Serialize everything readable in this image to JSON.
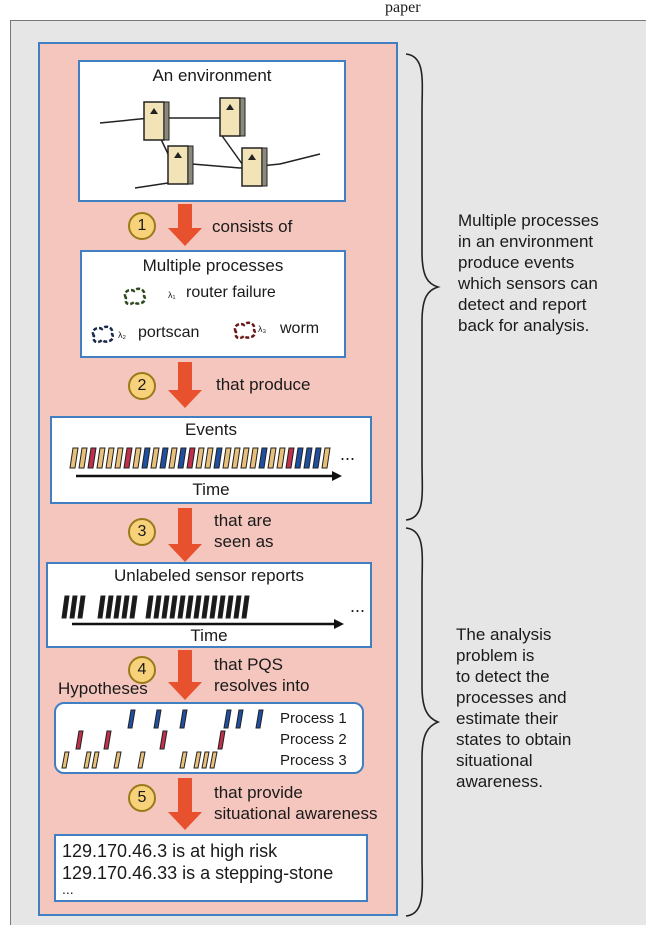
{
  "header": {
    "caption": "paper"
  },
  "boxes": {
    "environment": {
      "title": "An environment"
    },
    "processes": {
      "title": "Multiple processes",
      "items": [
        {
          "lambda": "λ₁",
          "label": "router failure"
        },
        {
          "lambda": "λ₂",
          "label": "portscan"
        },
        {
          "lambda": "λ₃",
          "label": "worm"
        }
      ]
    },
    "events": {
      "title": "Events",
      "axis": "Time",
      "ellipsis": "..."
    },
    "sensor_reports": {
      "title": "Unlabeled sensor reports",
      "axis": "Time",
      "ellipsis": "..."
    },
    "hypotheses": {
      "label": "Hypotheses",
      "legend": [
        "Process 1",
        "Process 2",
        "Process 3"
      ]
    },
    "output": {
      "lines": [
        "129.170.46.3 is at high risk",
        "129.170.46.33 is a stepping-stone",
        "..."
      ]
    }
  },
  "steps": [
    {
      "number": "1",
      "text": "consists of"
    },
    {
      "number": "2",
      "text": "that produce"
    },
    {
      "number": "3",
      "text_lines": [
        "that are",
        "seen as"
      ]
    },
    {
      "number": "4",
      "text_lines": [
        "that PQS",
        "resolves into"
      ]
    },
    {
      "number": "5",
      "text_lines": [
        "that provide",
        "situational awareness"
      ]
    }
  ],
  "side_notes": {
    "upper": [
      "Multiple processes",
      "in an environment",
      "produce events",
      "which sensors can",
      "detect and report",
      "back for analysis."
    ],
    "lower": [
      "The analysis",
      "problem is",
      "to detect the",
      "processes and",
      "estimate their",
      "states to obtain",
      "situational",
      "awareness."
    ]
  },
  "colors": {
    "panel_fill": "#f5c6bd",
    "box_border": "#3f7fc2",
    "arrow": "#e8512e",
    "step_circle": "#f7d27a",
    "process_1": "#1f4fa0",
    "process_2": "#c0304a",
    "process_3": "#e8c07a"
  }
}
